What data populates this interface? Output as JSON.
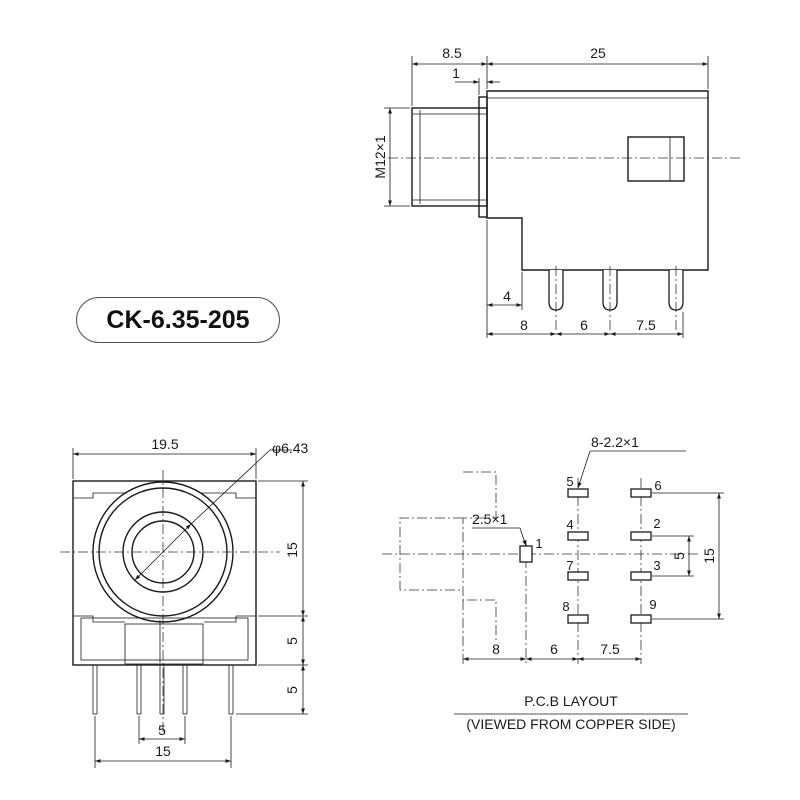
{
  "model": "CK-6.35-205",
  "side_view": {
    "dims": {
      "d1": "8.5",
      "d2": "25",
      "d3": "1",
      "thread": "M12×1",
      "d4": "4",
      "d5": "8",
      "d6": "6",
      "d7": "7.5"
    }
  },
  "front_view": {
    "dims": {
      "width": "19.5",
      "bore": "φ6.43",
      "height": "15",
      "h2": "5",
      "h3": "5",
      "pin_spacing": "5",
      "base": "15"
    }
  },
  "pcb": {
    "callout_pads": "8-2.2×1",
    "callout_pin1": "2.5×1",
    "pads": [
      "5",
      "6",
      "4",
      "2",
      "1",
      "7",
      "3",
      "8",
      "9"
    ],
    "dims": {
      "d1": "8",
      "d2": "6",
      "d3": "7.5",
      "v1": "5",
      "v2": "15"
    },
    "caption_1": "P.C.B LAYOUT",
    "caption_2": "(VIEWED FROM COPPER SIDE)"
  }
}
